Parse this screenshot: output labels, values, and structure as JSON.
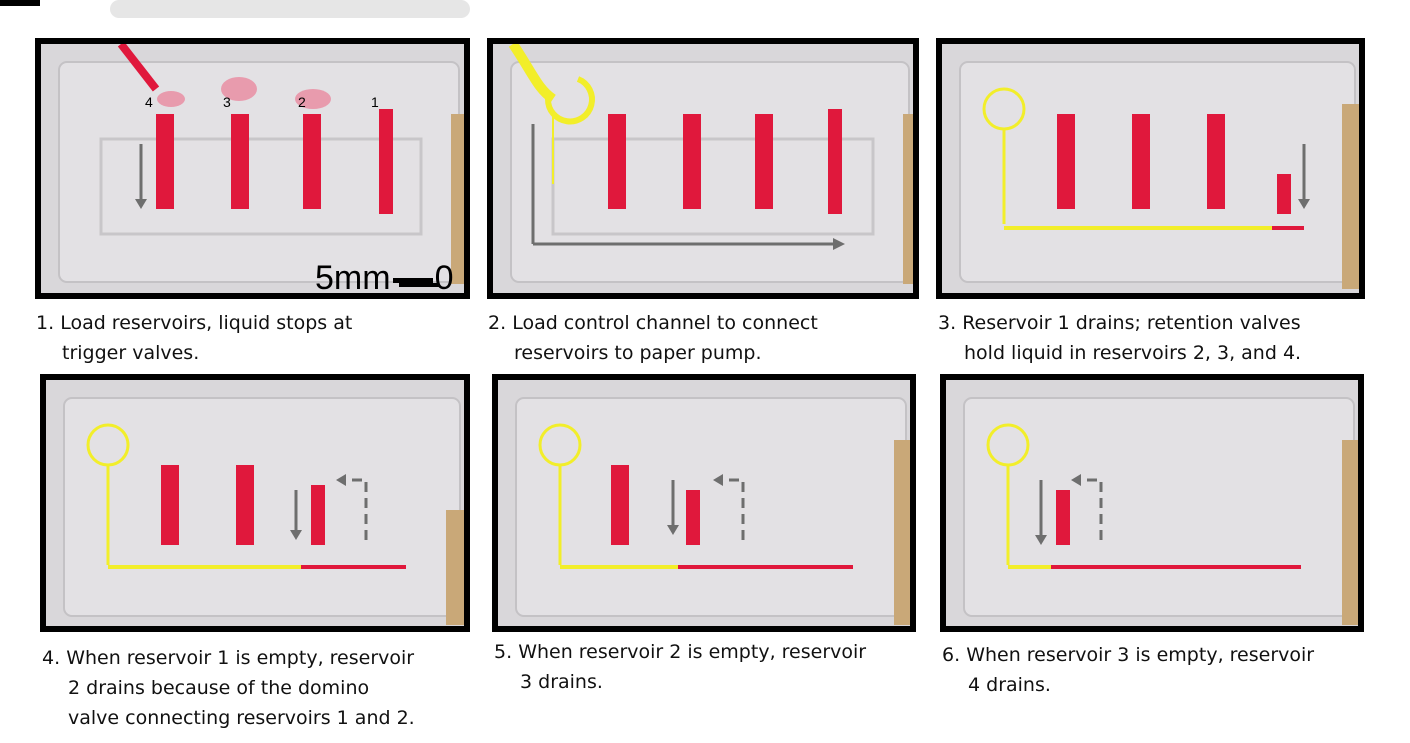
{
  "panels": [
    {
      "step": "1.",
      "lines": [
        "Load reservoirs, liquid stops at",
        "trigger valves."
      ],
      "reservoir_labels": [
        "4",
        "3",
        "2",
        "1"
      ],
      "scale_label": "5mm",
      "scale_suffix": "0"
    },
    {
      "step": "2.",
      "lines": [
        "Load control channel to connect",
        "reservoirs to paper pump."
      ]
    },
    {
      "step": "3.",
      "lines": [
        "Reservoir 1 drains; retention valves",
        "hold liquid in reservoirs 2, 3, and 4."
      ]
    },
    {
      "step": "4.",
      "lines": [
        "When reservoir 1 is empty, reservoir",
        "2 drains because of the domino",
        "valve connecting reservoirs 1 and 2."
      ]
    },
    {
      "step": "5.",
      "lines": [
        "When reservoir 2 is empty, reservoir",
        "3 drains."
      ]
    },
    {
      "step": "6.",
      "lines": [
        "When reservoir 3 is empty, reservoir",
        "4 drains."
      ]
    }
  ],
  "colors": {
    "liquid_red": "#e0183c",
    "control_yellow": "#f2ee2a",
    "pump_paper": "#c9a878",
    "arrow_gray": "#6e6e6e",
    "panel_border": "#000000"
  }
}
